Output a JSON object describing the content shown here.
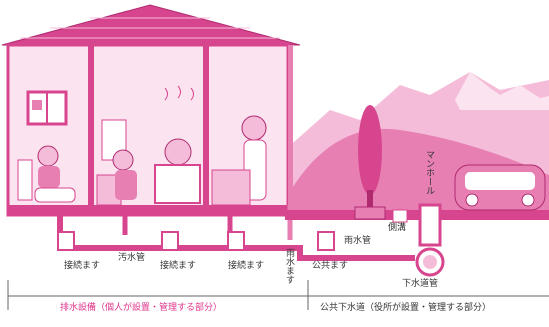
{
  "labels": {
    "sosetsu_1": "接続ます",
    "osui_kan": "汚水管",
    "sosetsu_2": "接続ます",
    "sosetsu_3": "接続ます",
    "usui_masu": "雨水ます",
    "kokyo_masu": "公共ます",
    "usui_kan": "雨水管",
    "sokko": "側溝",
    "manhole": "マンホール",
    "gesuido_kan": "下水道管"
  },
  "captions": {
    "private": "排水設備（個人が設置・管理する部分）",
    "public": "公共下水道（役所が設置・管理する部分）"
  },
  "colors": {
    "pink_dark": "#d8458f",
    "pink_mid": "#e77fb3",
    "pink_light": "#f4bcd8",
    "pink_pale": "#fbe3ef",
    "caption_pink": "#e0338a"
  }
}
